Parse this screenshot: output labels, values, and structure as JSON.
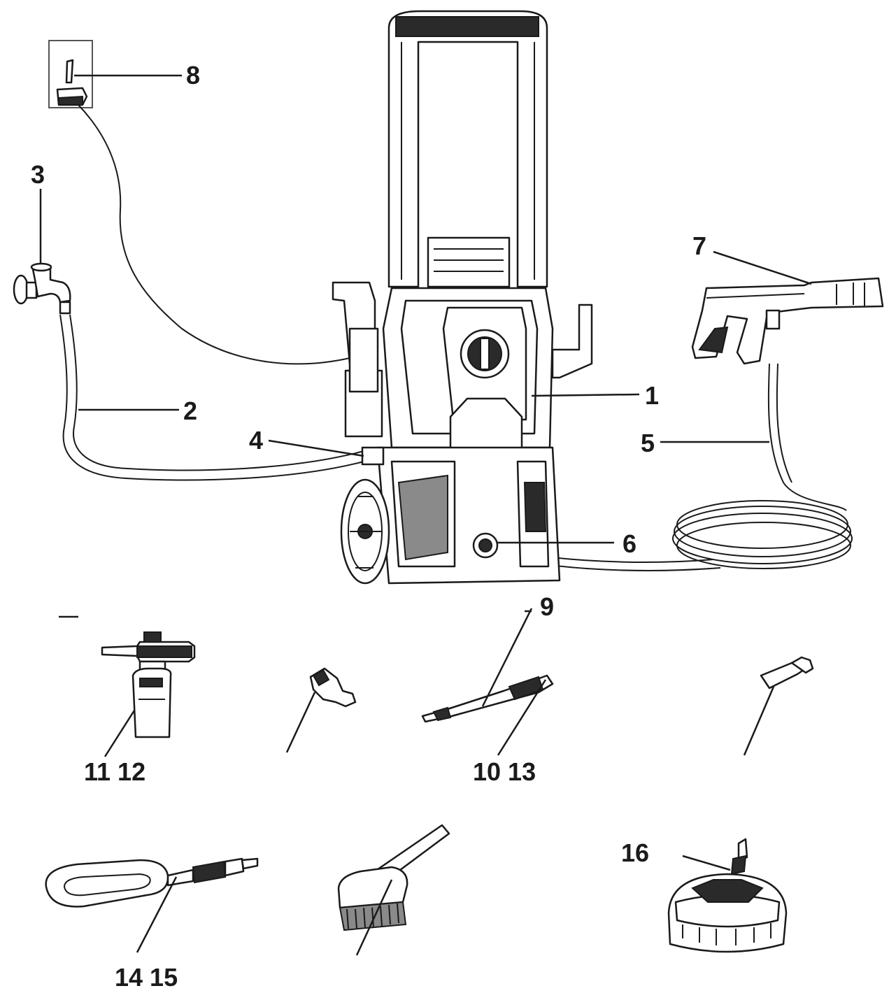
{
  "labels": {
    "l1": "1",
    "l2": "2",
    "l3": "3",
    "l4": "4",
    "l5": "5",
    "l6": "6",
    "l7": "7",
    "l8": "8",
    "l9": "9",
    "l10_13": "10 13",
    "l11_12": "11 12",
    "l14_15": "14 15",
    "l16": "16"
  }
}
